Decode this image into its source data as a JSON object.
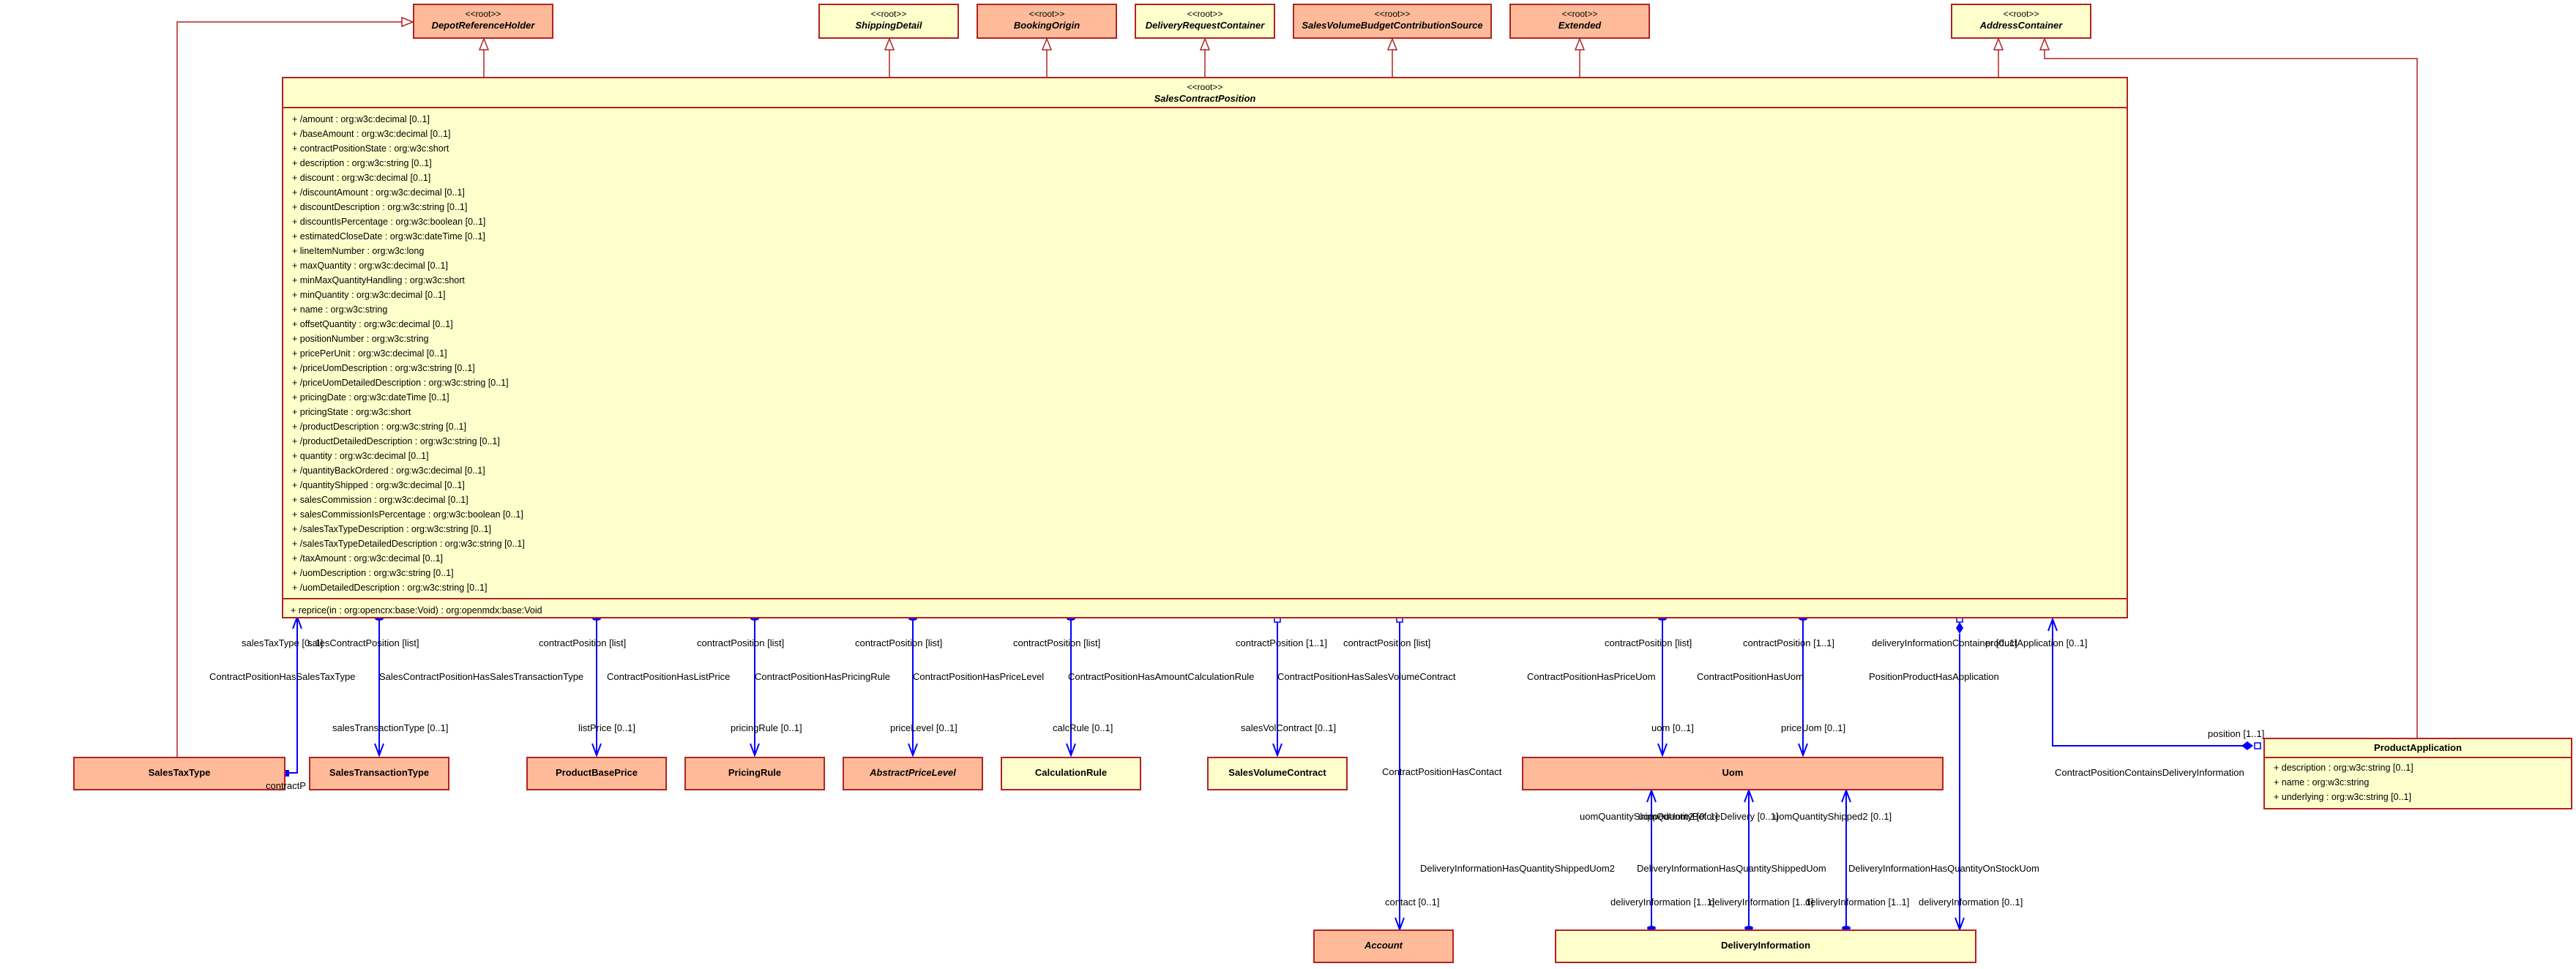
{
  "classes": {
    "depot_reference_holder": {
      "stereotype": "<<root>>",
      "name": "DepotReferenceHolder"
    },
    "shipping_detail": {
      "stereotype": "<<root>>",
      "name": "ShippingDetail"
    },
    "booking_origin": {
      "stereotype": "<<root>>",
      "name": "BookingOrigin"
    },
    "delivery_request_container": {
      "stereotype": "<<root>>",
      "name": "DeliveryRequestContainer"
    },
    "sales_volume_budget_contribution_source": {
      "stereotype": "<<root>>",
      "name": "SalesVolumeBudgetContributionSource"
    },
    "extended": {
      "stereotype": "<<root>>",
      "name": "Extended"
    },
    "address_container": {
      "stereotype": "<<root>>",
      "name": "AddressContainer"
    },
    "sales_contract_position": {
      "stereotype": "<<root>>",
      "name": "SalesContractPosition",
      "attributes": [
        "+ /amount : org:w3c:decimal [0..1]",
        "+ /baseAmount : org:w3c:decimal [0..1]",
        "+ contractPositionState : org:w3c:short",
        "+ description : org:w3c:string [0..1]",
        "+ discount : org:w3c:decimal [0..1]",
        "+ /discountAmount : org:w3c:decimal [0..1]",
        "+ discountDescription : org:w3c:string [0..1]",
        "+ discountIsPercentage : org:w3c:boolean [0..1]",
        "+ estimatedCloseDate : org:w3c:dateTime [0..1]",
        "+ lineItemNumber : org:w3c:long",
        "+ maxQuantity : org:w3c:decimal [0..1]",
        "+ minMaxQuantityHandling : org:w3c:short",
        "+ minQuantity : org:w3c:decimal [0..1]",
        "+ name : org:w3c:string",
        "+ offsetQuantity : org:w3c:decimal [0..1]",
        "+ positionNumber : org:w3c:string",
        "+ pricePerUnit : org:w3c:decimal [0..1]",
        "+ /priceUomDescription : org:w3c:string [0..1]",
        "+ /priceUomDetailedDescription : org:w3c:string [0..1]",
        "+ pricingDate : org:w3c:dateTime [0..1]",
        "+ pricingState : org:w3c:short",
        "+ /productDescription : org:w3c:string [0..1]",
        "+ /productDetailedDescription : org:w3c:string [0..1]",
        "+ quantity : org:w3c:decimal [0..1]",
        "+ /quantityBackOrdered : org:w3c:decimal [0..1]",
        "+ /quantityShipped : org:w3c:decimal [0..1]",
        "+ salesCommission : org:w3c:decimal [0..1]",
        "+ salesCommissionIsPercentage : org:w3c:boolean [0..1]",
        "+ /salesTaxTypeDescription : org:w3c:string [0..1]",
        "+ /salesTaxTypeDetailedDescription : org:w3c:string [0..1]",
        "+ /taxAmount : org:w3c:decimal [0..1]",
        "+ /uomDescription : org:w3c:string [0..1]",
        "+ /uomDetailedDescription : org:w3c:string [0..1]"
      ],
      "operations": [
        "+ reprice(in : org:opencrx:base:Void) : org:openmdx:base:Void"
      ]
    },
    "sales_tax_type": {
      "name": "SalesTaxType"
    },
    "sales_transaction_type": {
      "name": "SalesTransactionType"
    },
    "product_base_price": {
      "name": "ProductBasePrice"
    },
    "pricing_rule": {
      "name": "PricingRule"
    },
    "abstract_price_level": {
      "name": "AbstractPriceLevel"
    },
    "calculation_rule": {
      "name": "CalculationRule"
    },
    "sales_volume_contract": {
      "name": "SalesVolumeContract"
    },
    "uom": {
      "name": "Uom"
    },
    "product_application": {
      "name": "ProductApplication",
      "attributes": [
        "+ description : org:w3c:string [0..1]",
        "+ name : org:w3c:string",
        "+ underlying : org:w3c:string [0..1]"
      ]
    },
    "account": {
      "name": "Account"
    },
    "delivery_information": {
      "name": "DeliveryInformation"
    }
  },
  "labels": {
    "sales_tax_type_end": "salesTaxType [0..1]",
    "sales_tax_type_contract_position": "salesContractPosition [list]",
    "contract_position_has_sales_tax_type": "ContractPositionHasSalesTaxType",
    "contract_p_truncated": "contractP",
    "sales_contract_position_has_sales_transaction_type": "SalesContractPositionHasSalesTransactionType",
    "sales_transaction_type_end": "salesTransactionType [0..1]",
    "list_price_contract_position": "contractPosition [list]",
    "contract_position_has_list_price": "ContractPositionHasListPrice",
    "list_price_end": "listPrice [0..1]",
    "pricing_rule_contract_position": "contractPosition [list]",
    "contract_position_has_pricing_rule": "ContractPositionHasPricingRule",
    "pricing_rule_end": "pricingRule [0..1]",
    "price_level_contract_position": "contractPosition [list]",
    "contract_position_has_price_level": "ContractPositionHasPriceLevel",
    "price_level_end": "priceLevel [0..1]",
    "calc_rule_contract_position": "contractPosition [list]",
    "contract_position_has_amount_calculation_rule": "ContractPositionHasAmountCalculationRule",
    "calc_rule_end": "calcRule [0..1]",
    "sales_vol_contract_position": "contractPosition [1..1]",
    "contract_position_has_sales_volume_contract": "ContractPositionHasSalesVolumeContract",
    "sales_vol_contract_end": "salesVolContract [0..1]",
    "contact_contract_position": "contractPosition [list]",
    "contract_position_has_contact": "ContractPositionHasContact",
    "contact_end": "contact [0..1]",
    "price_uom_contract_position": "contractPosition [list]",
    "contract_position_has_price_uom": "ContractPositionHasPriceUom",
    "uom_end": "uom [0..1]",
    "uom_contract_position": "contractPosition [1..1]",
    "contract_position_has_uom": "ContractPositionHasUom",
    "price_uom_end": "priceUom [0..1]",
    "delivery_information_container": "deliveryInformationContainer [0..1]",
    "product_application_end": "productApplication [0..1]",
    "position_product_has_application": "PositionProductHasApplication",
    "position_end": "position [1..1]",
    "contract_position_contains_delivery_information": "ContractPositionContainsDeliveryInformation",
    "uom_quantity_shipped_uom2": "uomQuantityShippedUom2 [0..1]",
    "uom_quantity_before_delivery": "uomQuantityBeforeDelivery [0..1]",
    "uom_quantity_shipped2": "uomQuantityShipped2 [0..1]",
    "delivery_information_has_quantity_shipped_uom2": "DeliveryInformationHasQuantityShippedUom2",
    "delivery_information_has_quantity_shipped_uom": "DeliveryInformationHasQuantityShippedUom",
    "delivery_information_has_quantity_on_stock_uom": "DeliveryInformationHasQuantityOnStockUom",
    "delivery_information_1": "deliveryInformation [1..1]",
    "delivery_information_2": "deliveryInformation [1..1]",
    "delivery_information_3": "deliveryInformation [1..1]",
    "delivery_information_composite": "deliveryInformation [0..1]"
  },
  "colors": {
    "root_fill": "#ffbb99",
    "class_fill": "#ffffcc",
    "border": "#b22222",
    "association": "#0000ff",
    "generalization": "#b22222"
  }
}
